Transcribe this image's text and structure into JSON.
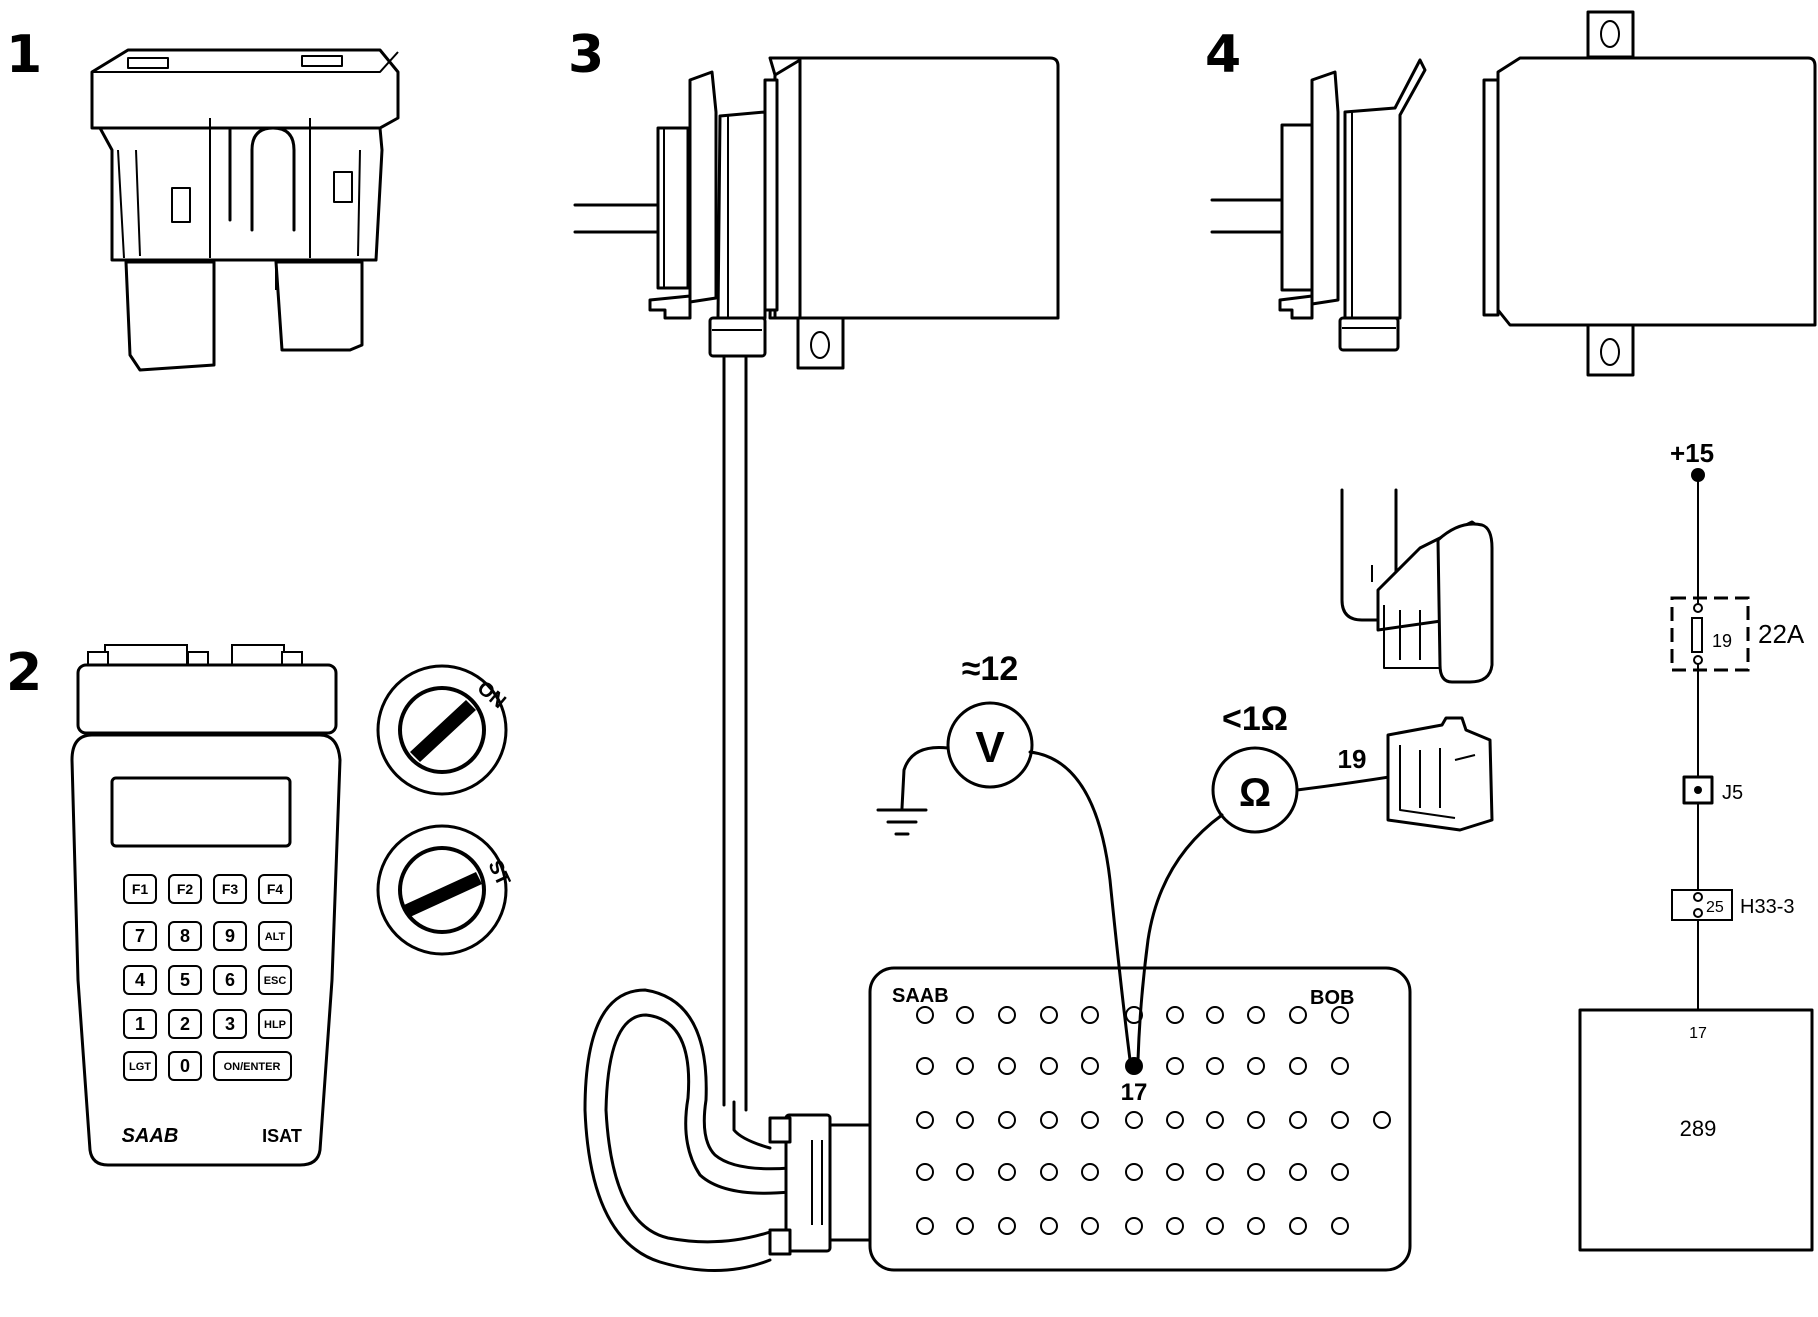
{
  "step_numbers": [
    "1",
    "2",
    "3",
    "4"
  ],
  "tester": {
    "keys_row1": [
      "F1",
      "F2",
      "F3",
      "F4"
    ],
    "keys_row2": [
      "7",
      "8",
      "9",
      "ALT"
    ],
    "keys_row3": [
      "4",
      "5",
      "6",
      "ESC"
    ],
    "keys_row4": [
      "1",
      "2",
      "3",
      "HLP"
    ],
    "keys_row5": [
      "LGT",
      "0",
      "ON/ENTER"
    ],
    "brand": "SAAB",
    "model": "ISAT"
  },
  "ignition": {
    "on_label": "ON",
    "start_label": "ST"
  },
  "measurement": {
    "voltage_value": "≈12",
    "voltmeter_symbol": "V",
    "resistance_value": "<1Ω",
    "ohmmeter_symbol": "Ω",
    "terminal_19": "19"
  },
  "bob": {
    "brand": "SAAB",
    "name": "BOB",
    "pin_label": "17"
  },
  "schematic": {
    "supply": "+15",
    "fuse_pin": "19",
    "fuse_name": "22A",
    "junction": "J5",
    "connector_pin": "25",
    "connector": "H33-3",
    "unit_pin": "17",
    "unit": "289"
  }
}
